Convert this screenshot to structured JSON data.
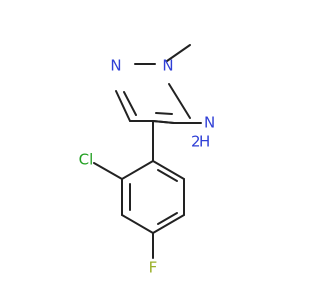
{
  "molecule": {
    "atoms": {
      "n1": {
        "text": "N",
        "color": "#2f3fd6"
      },
      "n2": {
        "text": "N",
        "color": "#2f3fd6"
      },
      "amine_n": {
        "text": "N",
        "color": "#2f3fd6"
      },
      "amine_h": {
        "text": "H",
        "color": "#2f3fd6"
      },
      "amine_h2": {
        "text": "2",
        "color": "#2f3fd6"
      },
      "cl": {
        "text": "Cl",
        "color": "#22a022"
      },
      "f": {
        "text": "F",
        "color": "#9ab028"
      }
    },
    "bond_color": "#222222"
  }
}
